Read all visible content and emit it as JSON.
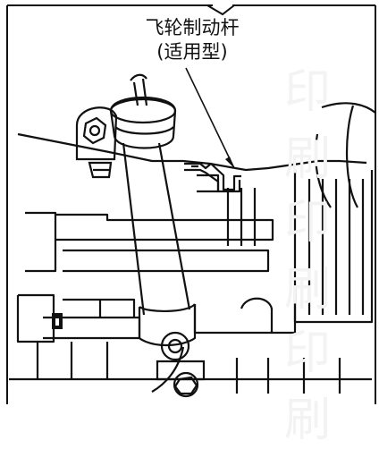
{
  "callout": {
    "line1": "飞轮制动杆",
    "line2": "(适用型)"
  },
  "watermark": {
    "text": "印 刷"
  },
  "colors": {
    "ink": "#111111",
    "paper": "#ffffff",
    "watermark": "#f3f3f3"
  }
}
